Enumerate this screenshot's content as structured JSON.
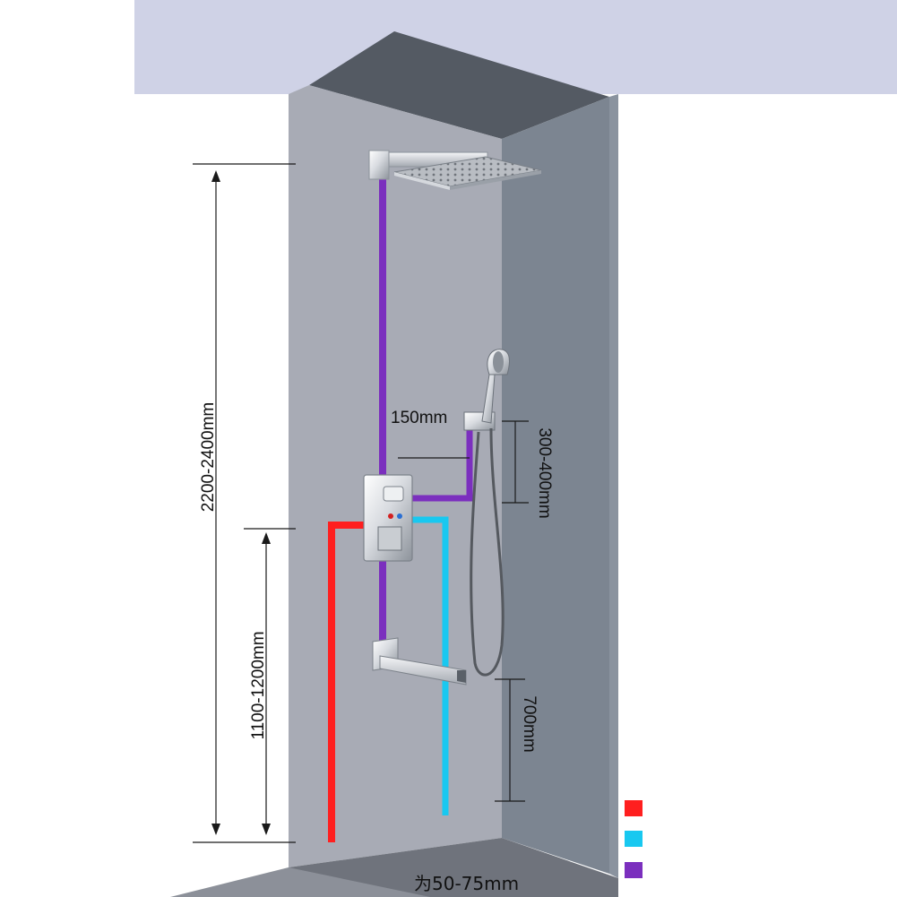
{
  "dimensions": {
    "total_height": "2200-2400mm",
    "mixer_height": "1100-1200mm",
    "hand_shower_offset": "150mm",
    "slide_bar_height": "300-400mm",
    "spout_height": "700mm",
    "bottom_note": "为50-75mm"
  },
  "pipe_colors": {
    "hot_water": "#ff1f1f",
    "cold_water": "#18c8f0",
    "mixed_water": "#7b2fbe"
  }
}
